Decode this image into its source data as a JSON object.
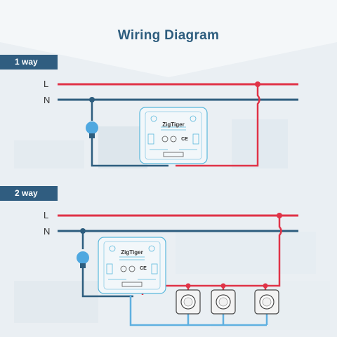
{
  "title": "Wiring Diagram",
  "sections": [
    {
      "tag": "1 way",
      "line_label": "L",
      "neutral_label": "N"
    },
    {
      "tag": "2 way",
      "line_label": "L",
      "neutral_label": "N"
    }
  ],
  "device": {
    "brand": "ZigTiger",
    "mark": "CE"
  },
  "colors": {
    "live": "#e03347",
    "neutral": "#2d5d7e",
    "traveler": "#5fb0e0",
    "device_outline": "#5ab8dc",
    "bulb": "#4fa8e0",
    "tag_bg": "#305d80"
  }
}
